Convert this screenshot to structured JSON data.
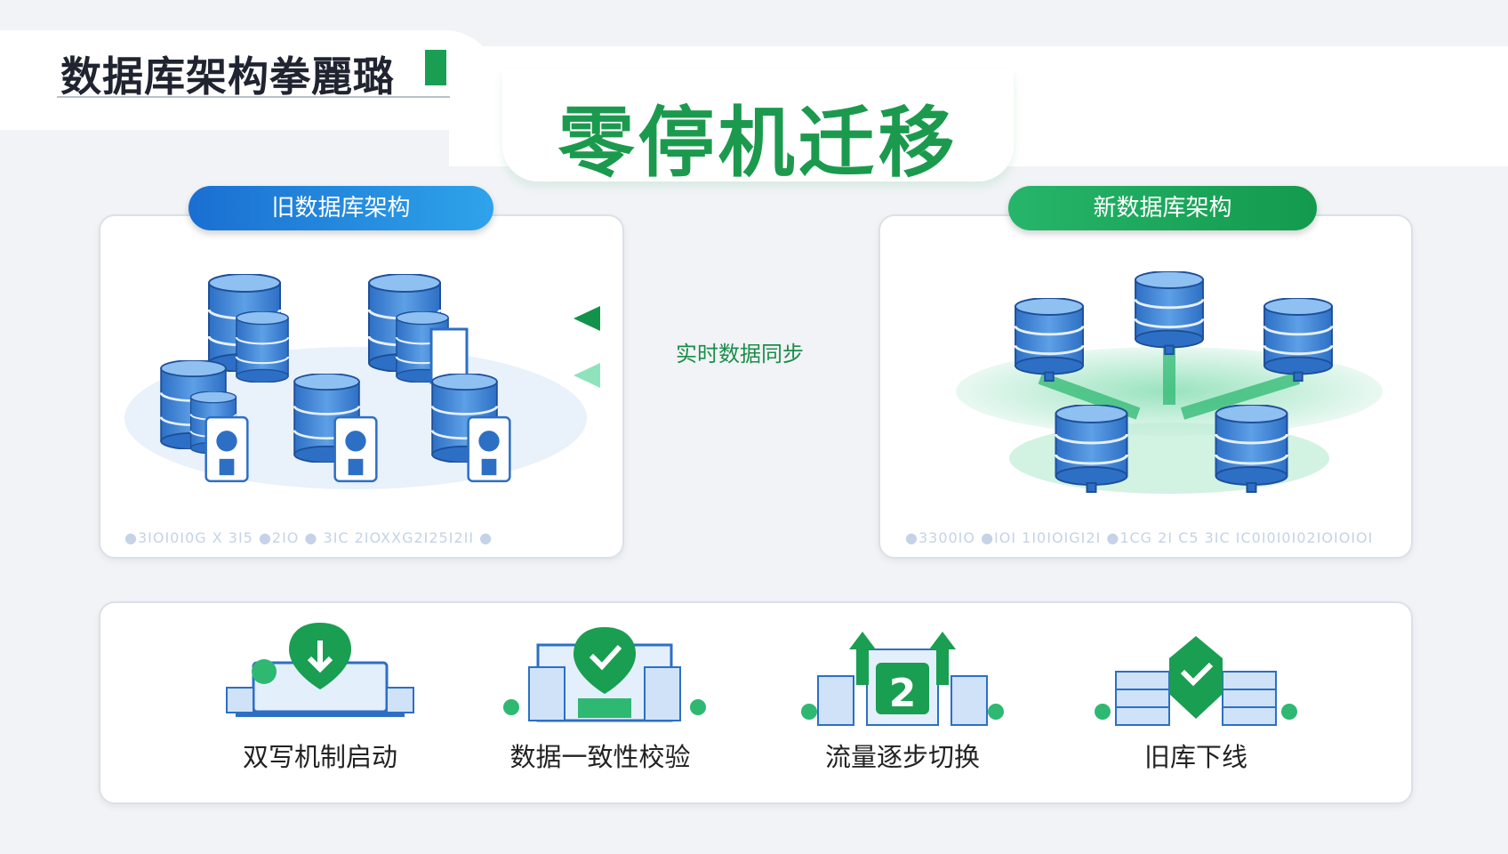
{
  "header": {
    "doc_title": "数据库架构拳麗璐",
    "main_title": "零停机迁移"
  },
  "old_arch": {
    "label": "旧数据库架构",
    "footer_noise": "●3IOI0I0G X 3I5 ●2IO ● 3IC 2IOXXG2I25I2II ●"
  },
  "new_arch": {
    "label": "新数据库架构",
    "footer_noise": "●3300IO ●IOI 1I0IOIGI2I ●1CG 2I C5 3IC IC0I0I0I02IOIOIOI"
  },
  "sync": {
    "label": "实时数据同步"
  },
  "steps": [
    {
      "label": "双写机制启动",
      "icon": "download-shield-icon"
    },
    {
      "label": "数据一致性校验",
      "icon": "check-shield-icon"
    },
    {
      "label": "流量逐步切换",
      "icon": "traffic-switch-icon"
    },
    {
      "label": "旧库下线",
      "icon": "decommission-check-icon"
    }
  ],
  "colors": {
    "green": "#1a9e52",
    "blue": "#2f7fd6",
    "light_green": "#7fdcae"
  }
}
